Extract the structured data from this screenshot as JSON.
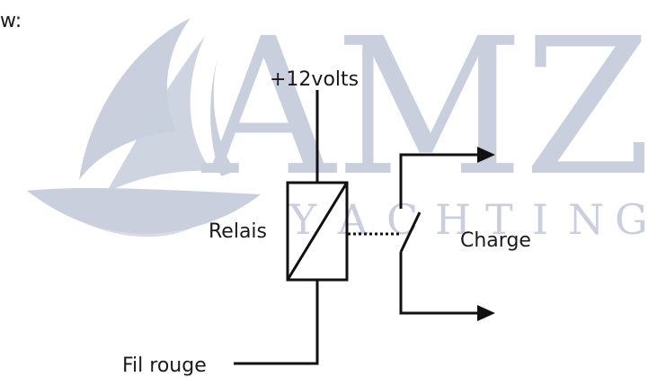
{
  "top_fragment": "w:",
  "watermark": {
    "brand": "AMZ",
    "tagline": [
      "Y",
      "A",
      "C",
      "H",
      "T",
      "I",
      "N",
      "G"
    ],
    "color": "#c9cfdd"
  },
  "diagram": {
    "supply_label": "+12volts",
    "relay_label": "Relais",
    "load_label": "Charge",
    "input_wire_label": "Fil rouge",
    "line_color": "#111111"
  }
}
